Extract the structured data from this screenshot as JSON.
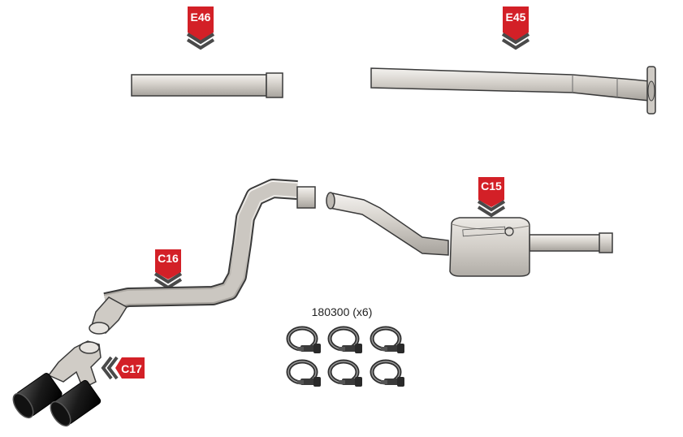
{
  "parts": {
    "e46": {
      "label": "E46"
    },
    "e45": {
      "label": "E45"
    },
    "c15": {
      "label": "C15"
    },
    "c16": {
      "label": "C16"
    },
    "c17": {
      "label": "C17"
    }
  },
  "clamps": {
    "label": "180300 (x6)",
    "count": 6
  },
  "colors": {
    "badge_red": "#d32027",
    "badge_dark": "#4a4a4a",
    "pipe_fill": "#c9c5c0",
    "pipe_stroke": "#3a3a3a",
    "tip_black": "#1c1c1c"
  }
}
